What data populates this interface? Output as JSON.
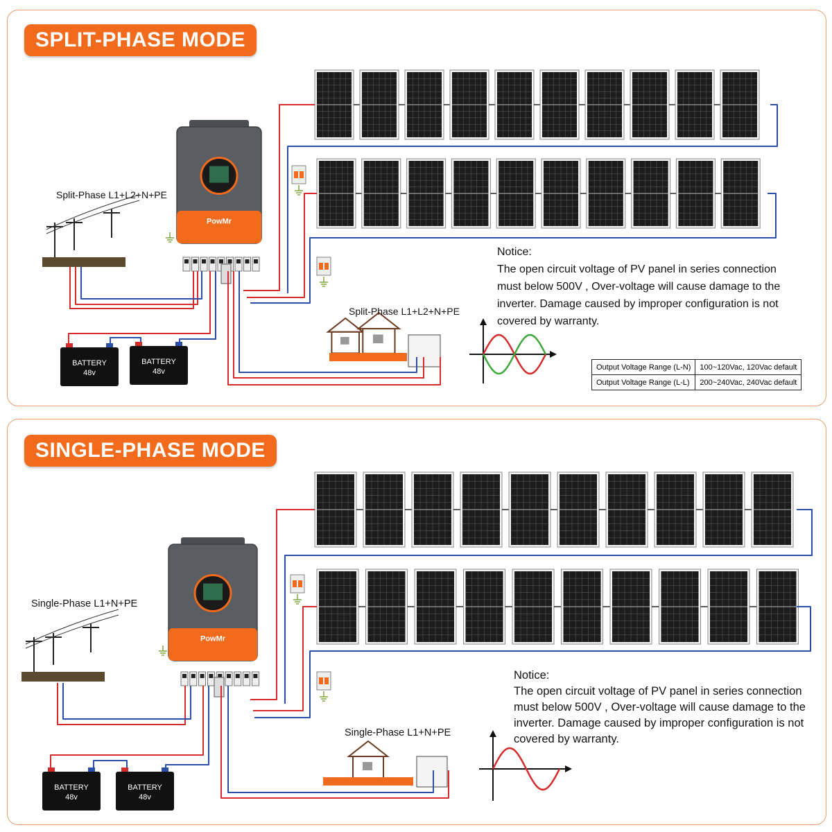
{
  "top": {
    "title": "SPLIT-PHASE MODE",
    "grid_label": "Split-Phase L1+L2+N+PE",
    "house_label": "Split-Phase L1+L2+N+PE",
    "brand": "PowMr",
    "battery_label": "BATTERY",
    "battery_voltage": "48v",
    "notice_title": "Notice:",
    "notice_text": "The open circuit voltage of PV panel in series connection must below 500V , Over-voltage will cause damage to the inverter. Damage caused by improper configuration is not covered by warranty.",
    "table": [
      {
        "param": "Output Voltage Range (L-N)",
        "value": "100~120Vac, 120Vac default"
      },
      {
        "param": "Output Voltage Range (L-L)",
        "value": "200~240Vac, 240Vac default"
      }
    ]
  },
  "bottom": {
    "title": "SINGLE-PHASE MODE",
    "grid_label": "Single-Phase L1+N+PE",
    "house_label": "Single-Phase L1+N+PE",
    "brand": "PowMr",
    "battery_label": "BATTERY",
    "battery_voltage": "48v",
    "notice_title": "Notice:",
    "notice_text": "The open circuit voltage of PV panel in series connection must below 500V , Over-voltage will cause damage to the inverter. Damage caused by improper configuration is not covered by warranty."
  },
  "colors": {
    "accent": "#f26b1d",
    "positive_wire": "#d42a2a",
    "negative_wire": "#2b4fa8",
    "inverter_body": "#5a5d62",
    "panel_cell": "#1c1c1c",
    "ground": "#7fa640",
    "sine_a": "#d42a2a",
    "sine_b": "#3aa83a"
  }
}
